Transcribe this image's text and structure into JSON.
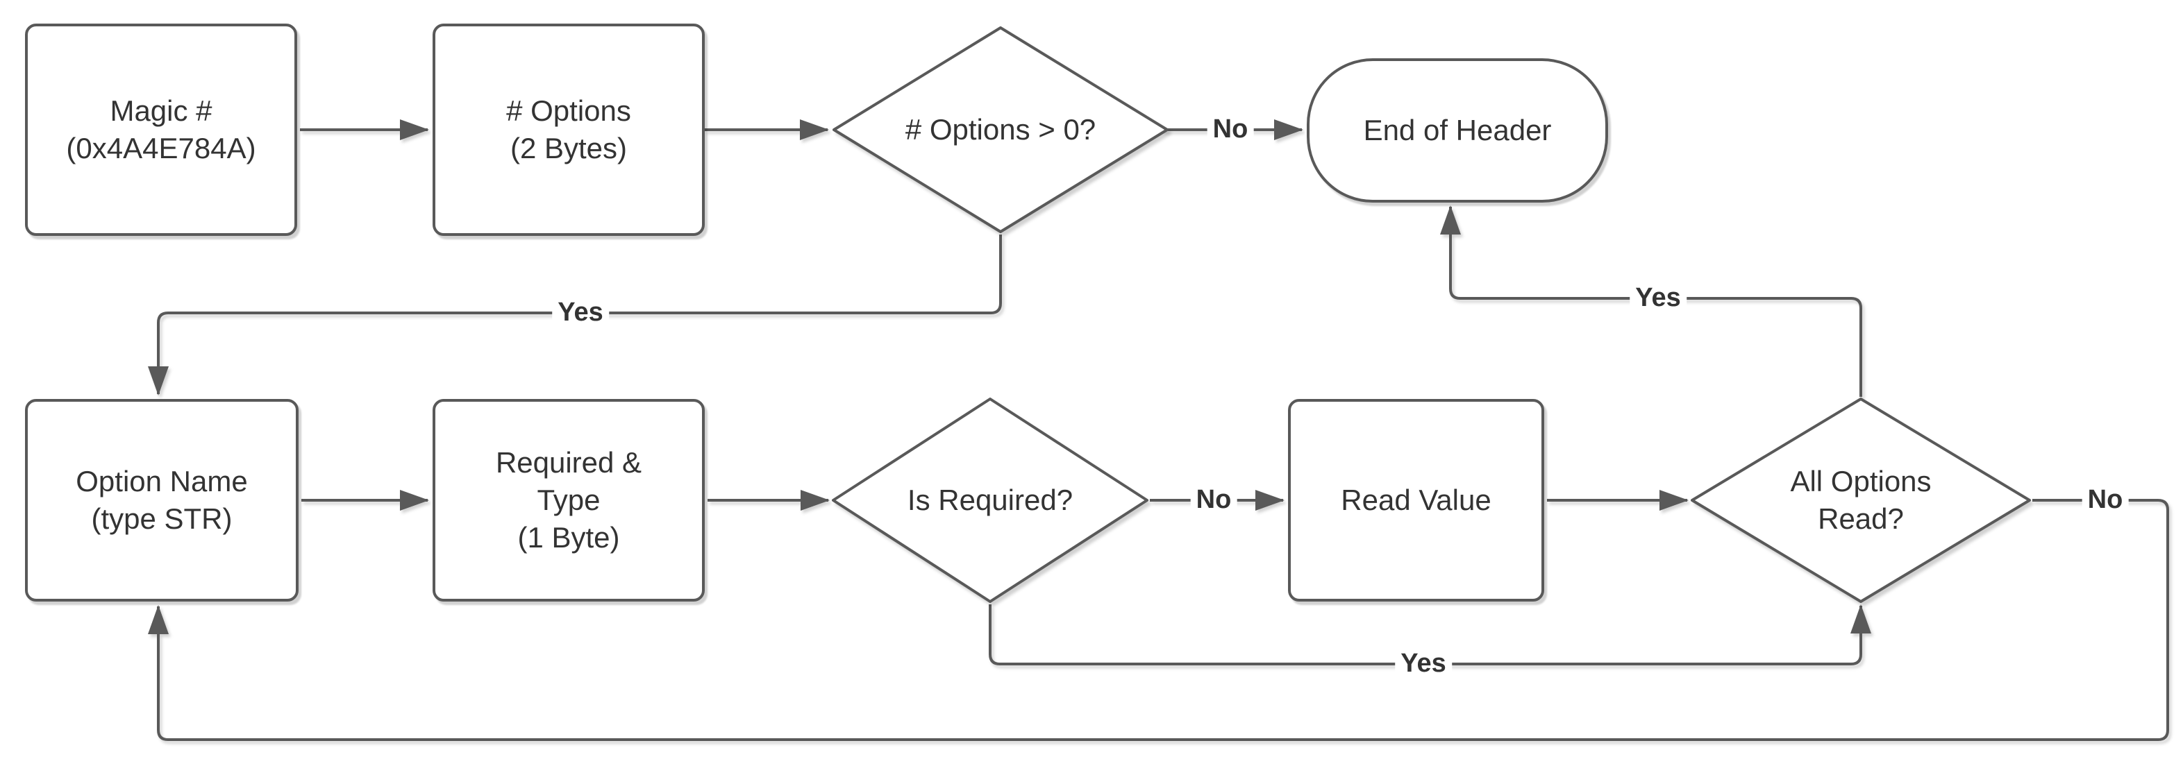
{
  "diagram": {
    "type": "flowchart",
    "nodes": {
      "magic": {
        "label": "Magic #\n(0x4A4E784A)",
        "shape": "process"
      },
      "options": {
        "label": "# Options\n(2 Bytes)",
        "shape": "process"
      },
      "d_options": {
        "label": "# Options > 0?",
        "shape": "decision"
      },
      "end_header": {
        "label": "End of Header",
        "shape": "terminator"
      },
      "opt_name": {
        "label": "Option Name\n(type STR)",
        "shape": "process"
      },
      "req_type": {
        "label": "Required &\nType\n(1 Byte)",
        "shape": "process"
      },
      "d_required": {
        "label": "Is Required?",
        "shape": "decision"
      },
      "read_value": {
        "label": "Read Value",
        "shape": "process"
      },
      "d_all_read": {
        "label": "All Options\nRead?",
        "shape": "decision"
      }
    },
    "edge_labels": {
      "no_options": "No",
      "yes_options": "Yes",
      "no_required": "No",
      "yes_required": "Yes",
      "yes_all_read": "Yes",
      "no_all_read": "No"
    },
    "colors": {
      "stroke": "#595959",
      "text": "#333333",
      "fill": "#ffffff",
      "background": "#ffffff"
    }
  }
}
